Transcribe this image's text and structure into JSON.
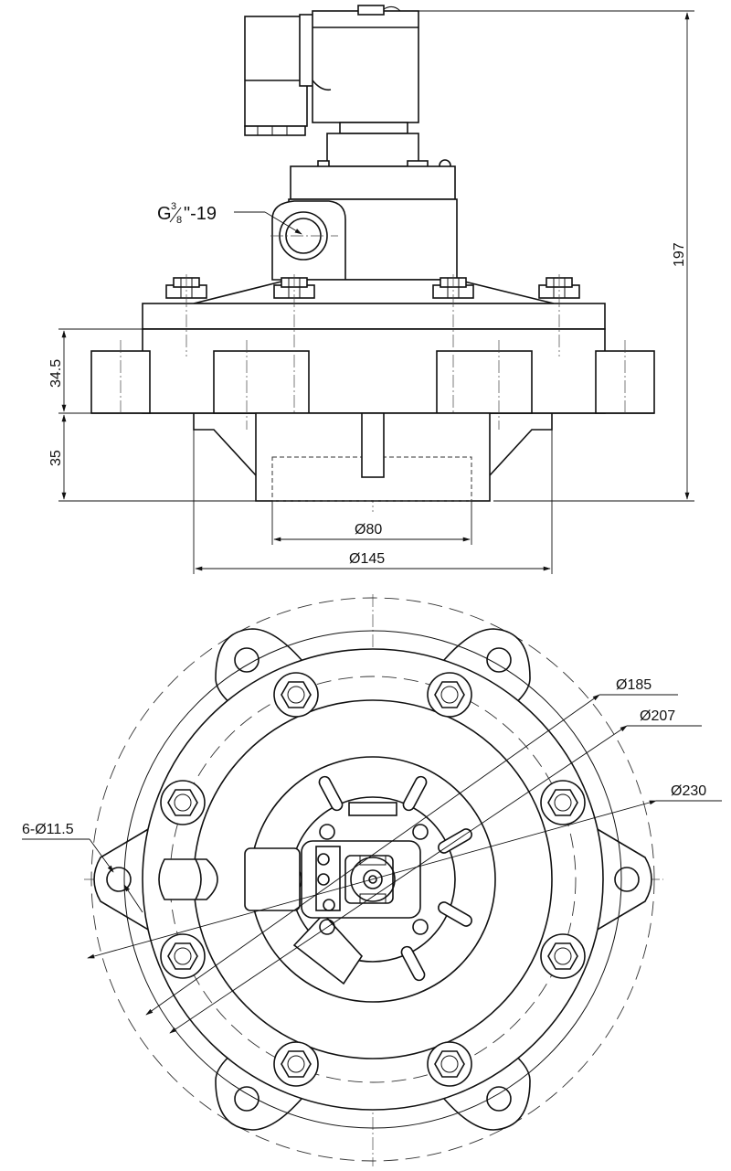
{
  "side_view": {
    "thread_label": {
      "prefix": "G",
      "num": "3",
      "den": "8",
      "suffix": "\"-19"
    },
    "height_total": "197",
    "flange_height": "34.5",
    "outlet_height": "35",
    "outlet_inner_dia": "Ø80",
    "outlet_outer_dia": "Ø145"
  },
  "plan_view": {
    "circle_185": "Ø185",
    "circle_207": "Ø207",
    "circle_230": "Ø230",
    "mount_holes": "6-Ø11.5"
  },
  "style": {
    "line_color": "#111111",
    "background": "#ffffff"
  }
}
